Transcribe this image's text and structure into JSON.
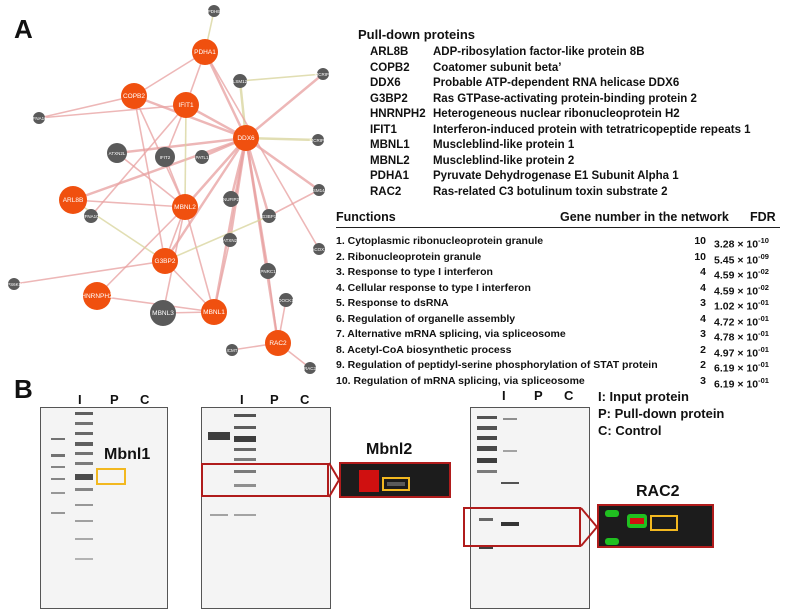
{
  "panel_a": {
    "label": "A",
    "network": {
      "nodes": [
        {
          "label": "PDHB",
          "kind": "gray"
        },
        {
          "label": "PDHA1",
          "kind": "orange"
        },
        {
          "label": "COPB2",
          "kind": "orange"
        },
        {
          "label": "IFIT1",
          "kind": "orange"
        },
        {
          "label": "LSM12",
          "kind": "gray"
        },
        {
          "label": "MCRIP1",
          "kind": "gray"
        },
        {
          "label": "IFNA16",
          "kind": "gray"
        },
        {
          "label": "ATXN2L",
          "kind": "gray"
        },
        {
          "label": "IFIT2",
          "kind": "gray"
        },
        {
          "label": "PATL1",
          "kind": "gray"
        },
        {
          "label": "DDX6",
          "kind": "orange"
        },
        {
          "label": "MCRIP2",
          "kind": "gray"
        },
        {
          "label": "ARL8B",
          "kind": "orange"
        },
        {
          "label": "IFNA10",
          "kind": "gray"
        },
        {
          "label": "MBNL2",
          "kind": "orange"
        },
        {
          "label": "NUFIP2",
          "kind": "gray"
        },
        {
          "label": "LSM14A",
          "kind": "gray"
        },
        {
          "label": "G3BP1",
          "kind": "gray"
        },
        {
          "label": "G3BP2",
          "kind": "orange"
        },
        {
          "label": "ATXN2",
          "kind": "gray"
        },
        {
          "label": "ACOX1",
          "kind": "gray"
        },
        {
          "label": "RPS6KB1",
          "kind": "gray"
        },
        {
          "label": "PNRC1",
          "kind": "gray"
        },
        {
          "label": "HNRNPH2",
          "kind": "orange"
        },
        {
          "label": "MBNL3",
          "kind": "gray"
        },
        {
          "label": "MBNL1",
          "kind": "orange"
        },
        {
          "label": "DOCK1",
          "kind": "gray"
        },
        {
          "label": "RAC2",
          "kind": "orange"
        },
        {
          "label": "ICMT",
          "kind": "gray"
        },
        {
          "label": "RAC3",
          "kind": "gray"
        }
      ]
    },
    "pulldown": {
      "title": "Pull-down proteins",
      "items": [
        {
          "symbol": "ARL8B",
          "name": "ADP-ribosylation factor-like protein 8B"
        },
        {
          "symbol": "COPB2",
          "name": "Coatomer subunit beta’"
        },
        {
          "symbol": "DDX6",
          "name": "Probable ATP-dependent RNA helicase DDX6"
        },
        {
          "symbol": "G3BP2",
          "name": "Ras GTPase-activating protein-binding protein 2"
        },
        {
          "symbol": "HNRNPH2",
          "name": "Heterogeneous nuclear ribonucleoprotein H2"
        },
        {
          "symbol": "IFIT1",
          "name": "Interferon-induced protein with tetratricopeptide repeats 1"
        },
        {
          "symbol": "MBNL1",
          "name": "Muscleblind-like protein 1"
        },
        {
          "symbol": "MBNL2",
          "name": "Muscleblind-like protein 2"
        },
        {
          "symbol": "PDHA1",
          "name": "Pyruvate Dehydrogenase E1 Subunit Alpha 1"
        },
        {
          "symbol": "RAC2",
          "name": "Ras-related C3 botulinum toxin substrate 2"
        }
      ]
    },
    "functions": {
      "headers": {
        "functions": "Functions",
        "gene_number": "Gene number in the network",
        "fdr": "FDR"
      },
      "rows": [
        {
          "term": "1. Cytoplasmic ribonucleoprotein granule",
          "n": "10",
          "fdr_base": "3.28 × 10",
          "fdr_exp": "-10"
        },
        {
          "term": "2. Ribonucleoprotein granule",
          "n": "10",
          "fdr_base": "5.45 × 10",
          "fdr_exp": "-09"
        },
        {
          "term": "3. Response to type I interferon",
          "n": "4",
          "fdr_base": "4.59 × 10",
          "fdr_exp": "-02"
        },
        {
          "term": "4. Cellular response to type I interferon",
          "n": "4",
          "fdr_base": "4.59 × 10",
          "fdr_exp": "-02"
        },
        {
          "term": "5. Response to dsRNA",
          "n": "3",
          "fdr_base": "1.02 × 10",
          "fdr_exp": "-01"
        },
        {
          "term": "6. Regulation of organelle assembly",
          "n": "4",
          "fdr_base": "4.72 × 10",
          "fdr_exp": "-01"
        },
        {
          "term": "7. Alternative mRNA splicing, via spliceosome",
          "n": "3",
          "fdr_base": "4.78 × 10",
          "fdr_exp": "-01"
        },
        {
          "term": "8. Acetyl-CoA biosynthetic process",
          "n": "2",
          "fdr_base": "4.97 × 10",
          "fdr_exp": "-01"
        },
        {
          "term": "9. Regulation of peptidyl-serine phosphorylation of STAT protein",
          "n": "2",
          "fdr_base": "6.19 × 10",
          "fdr_exp": "-01"
        },
        {
          "term": "10. Regulation of mRNA splicing, via spliceosome",
          "n": "3",
          "fdr_base": "6.19 × 10",
          "fdr_exp": "-01"
        }
      ]
    }
  },
  "panel_b": {
    "label": "B",
    "lanes": {
      "input": "I",
      "pulldown": "P",
      "control": "C"
    },
    "legend": [
      "I: Input protein",
      "P: Pull-down protein",
      "C: Control"
    ],
    "blots": {
      "mbnl1": "Mbnl1",
      "mbnl2": "Mbnl2",
      "rac2": "RAC2"
    }
  },
  "colors": {
    "orange_node": "#f0500f",
    "gray_node": "#5a5a5a",
    "edge": "#e8a0a0",
    "box_red": "#b01c1c",
    "box_yellow": "#f2b820"
  }
}
